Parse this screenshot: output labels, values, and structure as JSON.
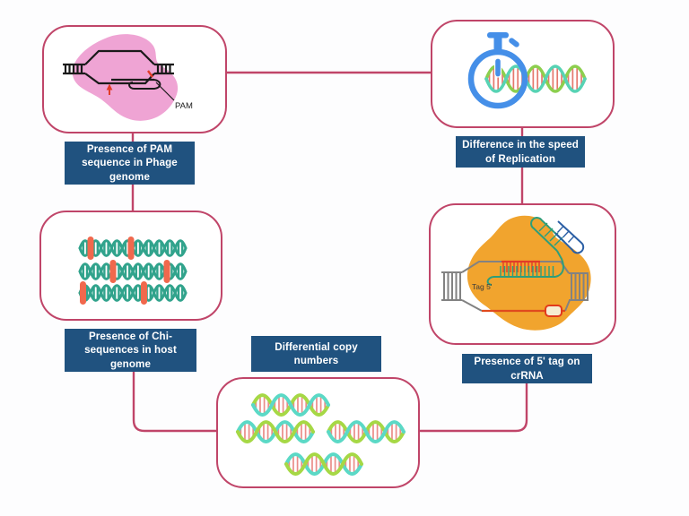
{
  "diagram": {
    "nodes": [
      {
        "id": "pam-phage",
        "label": "Presence of PAM\nsequence in Phage\ngenome",
        "icon": "phage-dna-pam-loop-icon"
      },
      {
        "id": "replication-speed",
        "label": "Difference in the speed\nof Replication",
        "icon": "stopwatch-dna-icon"
      },
      {
        "id": "chi-host",
        "label": "Presence of Chi-\nsequences in host\ngenome",
        "icon": "chi-sequence-dna-icon"
      },
      {
        "id": "crrna-tag",
        "label": "Presence of 5' tag on\ncrRNA",
        "icon": "cascade-crrna-tag-icon"
      },
      {
        "id": "copy-numbers",
        "label": "Differential copy\nnumbers",
        "icon": "dna-copies-icon"
      }
    ],
    "annotations": {
      "pam": "PAM",
      "tag5": "Tag 5'"
    },
    "colors": {
      "node_border": "#c04569",
      "connector": "#c04569",
      "label_background": "#20527f",
      "label_text": "#ffffff",
      "phage_blob_pink": "#efa4d4",
      "cascade_blob_orange": "#f1a42e",
      "stopwatch_blue": "#458fe8",
      "dna_teal": "#31a38c",
      "chi_marker_orange": "#f0684d",
      "strand_green": "#8ccf4e",
      "strand_mint": "#57d3b4",
      "strand_lime": "#a6d845",
      "strand_cyan": "#5bd9c6",
      "rung_salmon": "#e5786d",
      "rung_pink": "#ea8c88",
      "red_accent": "#e23c28",
      "dna_gray": "#828282",
      "hairpin_blue": "#2b5fa5",
      "crrna_green": "#2e9e7a"
    }
  }
}
